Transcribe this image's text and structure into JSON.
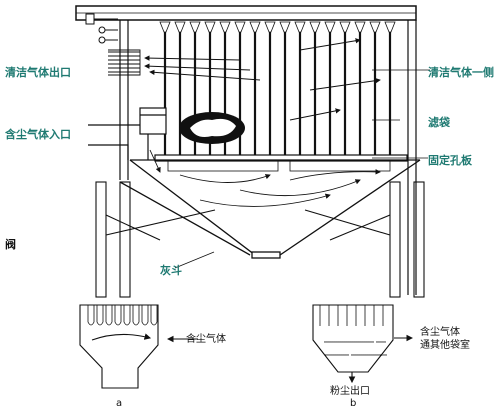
{
  "labels": {
    "clean_outlet": "清洁气体出口",
    "clean_side": "清洁气体一侧",
    "dusty_inlet": "含尘气体入口",
    "filter_bag": "滤袋",
    "fixed_plate": "固定孔板",
    "valve": "阀",
    "hopper": "灰斗",
    "dusty_gas_a": "含尘气体",
    "dusty_gas_b_line1": "含尘气体",
    "dusty_gas_b_line2": "通其他袋室",
    "dust_outlet": "粉尘出口",
    "caption_a": "a",
    "caption_b": "b"
  },
  "colors": {
    "label_teal": "#1f7a72",
    "line": "#111111"
  }
}
